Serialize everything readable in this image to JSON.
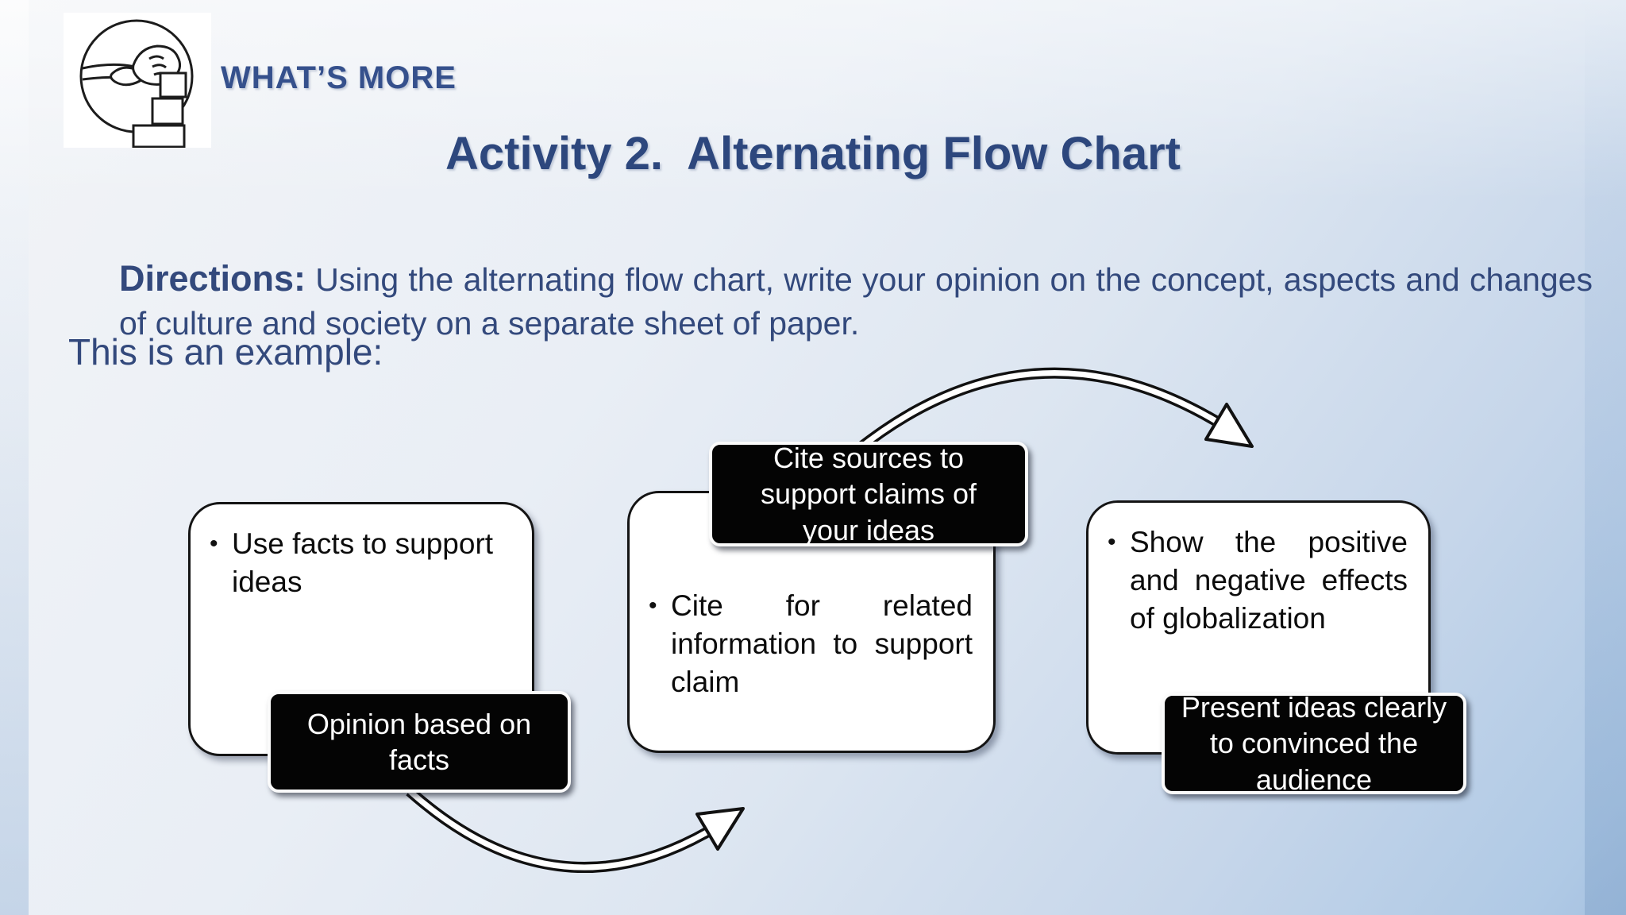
{
  "header": {
    "kicker": "WHAT’S MORE",
    "icon": "hand-stacking-blocks-icon"
  },
  "title": "Activity 2.  Alternating Flow Chart",
  "directions": {
    "label": "Directions:",
    "text": "Using the alternating flow chart, write your opinion on the concept, aspects and changes of culture and society on a separate sheet of paper."
  },
  "example_label": "This is an example:",
  "flowchart": {
    "bullet": "•",
    "white_boxes": [
      {
        "text": "Use facts to support ideas"
      },
      {
        "text": "Cite for related information to support claim"
      },
      {
        "text": "Show the positive and negative effects of globalization"
      }
    ],
    "black_boxes": [
      {
        "text": "Opinion based on facts"
      },
      {
        "text": "Cite sources to support claims of your ideas"
      },
      {
        "text": "Present ideas clearly to convinced the audience"
      }
    ],
    "arrows": [
      {
        "name": "top-arrow",
        "from": "black-box-cite-sources",
        "to": "white-box-show-effects"
      },
      {
        "name": "bottom-arrow",
        "from": "black-box-opinion",
        "to": "white-box-cite-related"
      }
    ]
  },
  "colors": {
    "heading": "#2d477d",
    "body_text": "#33497c",
    "kicker": "#35508c",
    "black_box_bg": "#040404",
    "black_box_text": "#ffffff",
    "white_box_bg": "#ffffff",
    "background_light": "#eef1f6",
    "background_dark": "#a6c1e0"
  }
}
